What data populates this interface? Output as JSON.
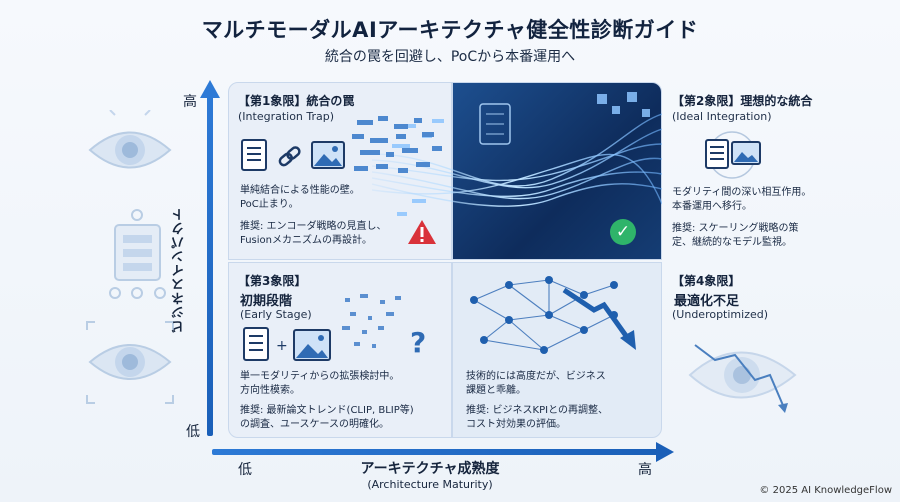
{
  "title": "マルチモーダルAIアーキテクチャ健全性診断ガイド",
  "subtitle": "統合の罠を回避し、PoCから本番運用へ",
  "axes": {
    "y_label": "ビジネスインパクト",
    "y_high": "高",
    "y_low": "低",
    "x_label": "アーキテクチャ成熟度",
    "x_label_en": "(Architecture Maturity)",
    "x_low": "低",
    "x_high": "高"
  },
  "quadrants": {
    "q1": {
      "heading": "【第1象限】統合の罠",
      "subheading": "(Integration Trap)",
      "body1": "単純結合による性能の壁。",
      "body2": "PoC止まり。",
      "rec1": "推奨: エンコーダ戦略の見直し、",
      "rec2": "Fusionメカニズムの再設計。",
      "status_icon": "warning-icon"
    },
    "q2": {
      "heading": "【第2象限】理想的な統合",
      "subheading": "(Ideal Integration)",
      "body1": "モダリティ間の深い相互作用。",
      "body2": "本番運用へ移行。",
      "rec1": "推奨: スケーリング戦略の策",
      "rec2": "定、継続的なモデル監視。",
      "status_icon": "check-icon"
    },
    "q3": {
      "heading": "【第3象限】",
      "title": "初期段階",
      "subheading": "(Early Stage)",
      "body1": "単一モダリティからの拡張検討中。",
      "body2": "方向性模索。",
      "rec1": "推奨: 最新論文トレンド(CLIP, BLIP等)",
      "rec2": "の調査、ユースケースの明確化。"
    },
    "q4": {
      "heading": "【第4象限】",
      "title": "最適化不足",
      "subheading": "(Underoptimized)",
      "body1": "技術的には高度だが、ビジネス",
      "body2": "課題と乖離。",
      "rec1": "推奨: ビジネスKPIとの再調整、",
      "rec2": "コスト対効果の評価。"
    }
  },
  "colors": {
    "accent": "#1f6fd0",
    "warning": "#d9323a",
    "success": "#2fb46a",
    "dark_panel": "#0e2c5c"
  },
  "footer": "© 2025 AI KnowledgeFlow"
}
